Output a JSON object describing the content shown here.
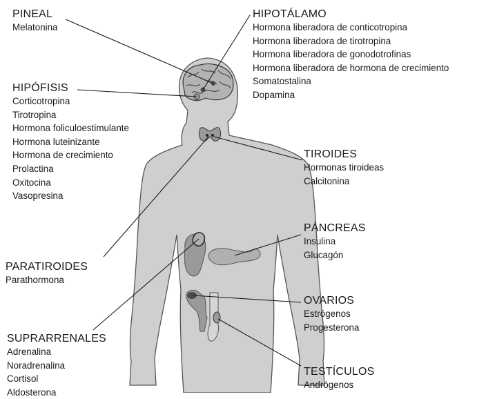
{
  "glands": [
    {
      "id": "pineal",
      "name": "PINEAL",
      "hormones": [
        "Melatonina"
      ],
      "line_color": "#1a1a1a"
    },
    {
      "id": "hipotalamo",
      "name": "HIPOTÁLAMO",
      "hormones": [
        "Hormona liberadora de conticotropina",
        "Hormona liberadora de tirotropina",
        "Hormona liberadora de gonodotrofinas",
        "Hormona liberadora de hormona de crecimiento",
        "Somatostalina",
        "Dopamina"
      ],
      "line_color": "#1a1a1a"
    },
    {
      "id": "hipofisis",
      "name": "HIPÓFISIS",
      "hormones": [
        "Corticotropina",
        "Tirotropina",
        "Hormona foliculoestimulante",
        "Hormona luteinizante",
        "Hormona de crecimiento",
        "Prolactina",
        "Oxitocina",
        "Vasopresina"
      ],
      "line_color": "#1a1a1a"
    },
    {
      "id": "tiroides",
      "name": "TIROIDES",
      "hormones": [
        "Hormonas tiroideas",
        "Calcitonina"
      ],
      "line_color": "#1a1a1a"
    },
    {
      "id": "pancreas",
      "name": "PÁNCREAS",
      "hormones": [
        "Insulina",
        "Glucagón"
      ],
      "line_color": "#1a1a1a"
    },
    {
      "id": "paratiroides",
      "name": "PARATIROIDES",
      "hormones": [
        "Parathormona"
      ],
      "line_color": "#1a1a1a"
    },
    {
      "id": "ovarios",
      "name": "OVARIOS",
      "hormones": [
        "Estrógenos",
        "Progesterona"
      ],
      "line_color": "#1a1a1a"
    },
    {
      "id": "suprarrenales",
      "name": "SUPRARRENALES",
      "hormones": [
        "Adrenalina",
        "Noradrenalina",
        "Cortisol",
        "Aldosterona"
      ],
      "line_color": "#1a1a1a"
    },
    {
      "id": "testiculos",
      "name": "TESTÍCULOS",
      "hormones": [
        "Andrógenos"
      ],
      "line_color": "#1a1a1a"
    }
  ],
  "colors": {
    "body_fill": "#cfcfcf",
    "body_stroke": "#555555",
    "brain_fill": "#b3b3b3",
    "organ_fill": "#9a9a9a",
    "organ_dark": "#4a4a4a",
    "text": "#1a1a1a"
  }
}
